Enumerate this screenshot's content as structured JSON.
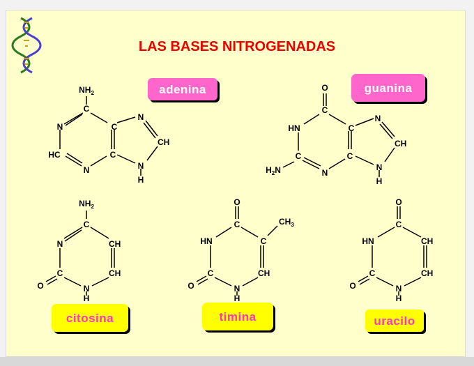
{
  "title": "LAS  BASES NITROGENADAS",
  "colors": {
    "slide_bg": "#ffffcc",
    "title": "#ee0000",
    "label_pink": "#ff66cc",
    "label_yellow": "#ffff00",
    "label_text_pink": "#ff33cc"
  },
  "labels": {
    "adenina": "adenina",
    "guanina": "guanina",
    "citosina": "citosina",
    "timina": "timina",
    "uracilo": "uracilo"
  },
  "atoms": {
    "n": "N",
    "c": "C",
    "ch": "CH",
    "hc": "HC",
    "hn": "HN",
    "h": "H",
    "o": "O",
    "nh2_base": "NH",
    "h2n_base": "H",
    "h2n_tail": "N",
    "ch3_base": "CH",
    "sub2": "2",
    "sub3": "3"
  },
  "decoration": "dna-helix-icon"
}
